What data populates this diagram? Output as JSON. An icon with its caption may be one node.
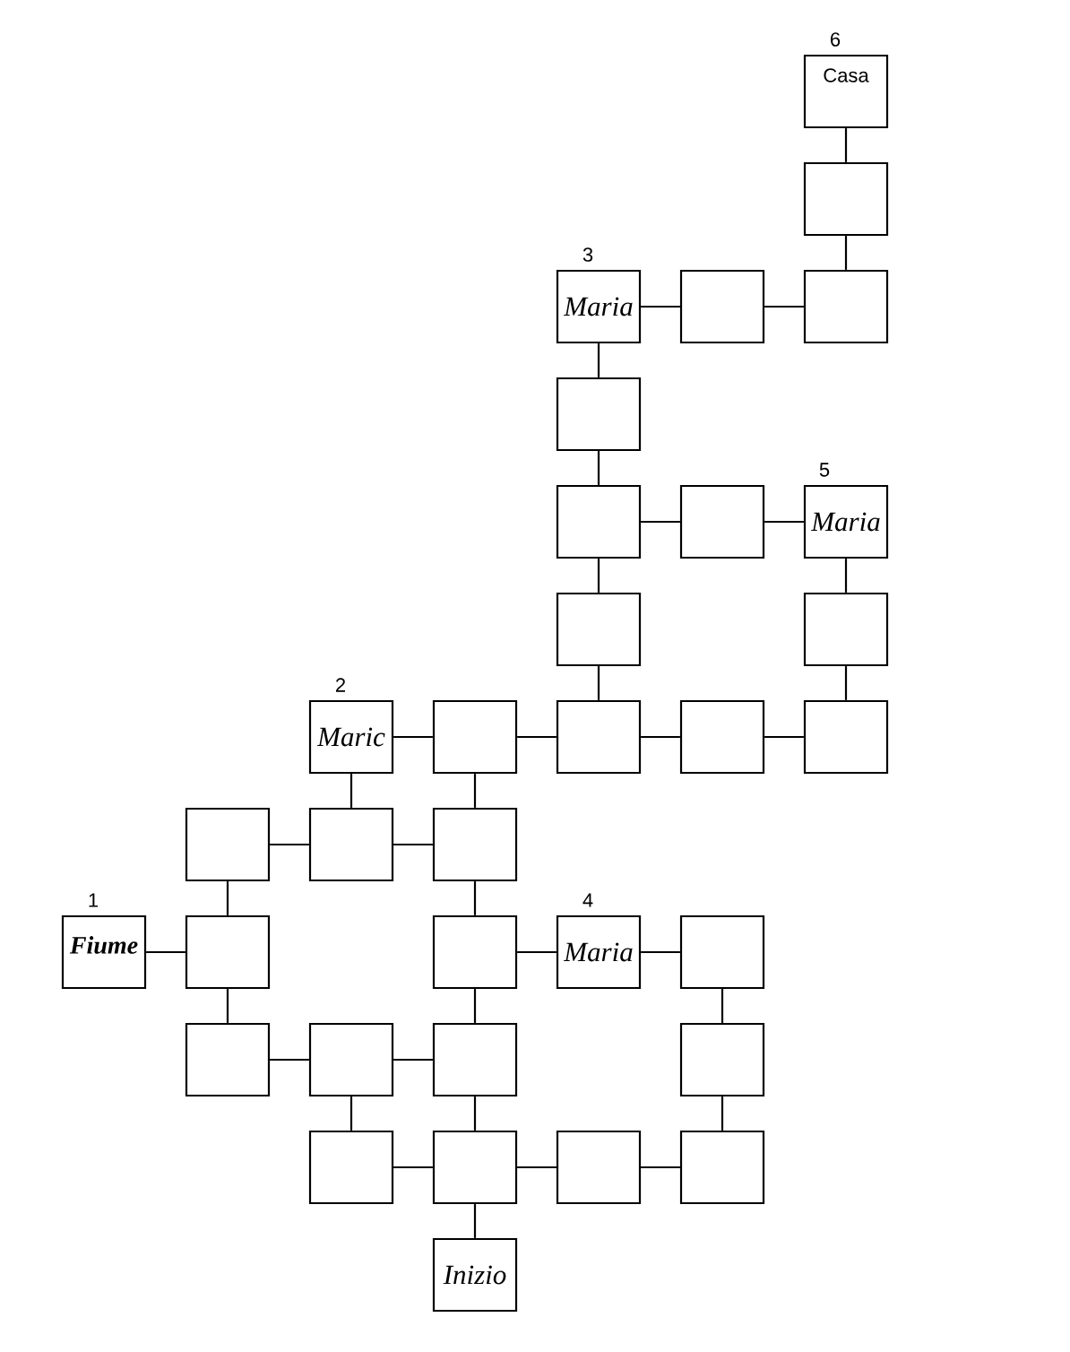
{
  "diagram": {
    "nodes": [
      {
        "text": [
          "Casa"
        ],
        "beside": [
          "6"
        ]
      },
      {
        "text": [],
        "shape": "box"
      },
      {
        "text": [
          "Maria"
        ],
        "beside": [
          "3"
        ]
      },
      {
        "text": [],
        "shape": "box"
      },
      {
        "text": [],
        "shape": "box"
      },
      {
        "text": [],
        "shape": "box"
      },
      {
        "text": [],
        "shape": "box"
      },
      {
        "text": [],
        "shape": "box"
      },
      {
        "text": [
          "Maria"
        ],
        "beside": [
          "5"
        ]
      },
      {
        "text": [],
        "shape": "box"
      },
      {
        "text": [],
        "shape": "box"
      },
      {
        "text": [
          "Maric"
        ],
        "beside": [
          "2"
        ]
      },
      {
        "text": [],
        "shape": "box"
      },
      {
        "text": [],
        "shape": "box"
      },
      {
        "text": [],
        "shape": "box"
      },
      {
        "text": [],
        "shape": "box"
      },
      {
        "text": [],
        "shape": "box"
      },
      {
        "text": [],
        "shape": "box"
      },
      {
        "text": [],
        "shape": "box"
      },
      {
        "text": [
          "Fiume"
        ],
        "beside": [
          "1"
        ]
      },
      {
        "text": [],
        "shape": "box"
      },
      {
        "text": [],
        "shape": "box"
      },
      {
        "text": [
          "Maria"
        ],
        "beside": [
          "4"
        ]
      },
      {
        "text": [],
        "shape": "box"
      },
      {
        "text": [],
        "shape": "box"
      },
      {
        "text": [],
        "shape": "box"
      },
      {
        "text": [],
        "shape": "box"
      },
      {
        "text": [],
        "shape": "box"
      },
      {
        "text": [],
        "shape": "box"
      },
      {
        "text": [],
        "shape": "box"
      },
      {
        "text": [],
        "shape": "box"
      },
      {
        "text": [],
        "shape": "box"
      },
      {
        "text": [
          "Inizio"
        ]
      }
    ],
    "edges": [
      {
        "from": 0,
        "to": 1,
        "arrow": "none"
      },
      {
        "from": 1,
        "to": 4,
        "arrow": "none"
      },
      {
        "from": 2,
        "to": 3,
        "arrow": "none"
      },
      {
        "from": 3,
        "to": 4,
        "arrow": "none"
      },
      {
        "from": 2,
        "to": 5,
        "arrow": "none"
      },
      {
        "from": 5,
        "to": 6,
        "arrow": "none"
      },
      {
        "from": 6,
        "to": 7,
        "arrow": "none"
      },
      {
        "from": 7,
        "to": 8,
        "arrow": "none"
      },
      {
        "from": 6,
        "to": 9,
        "arrow": "none"
      },
      {
        "from": 8,
        "to": 10,
        "arrow": "none"
      },
      {
        "from": 9,
        "to": 13,
        "arrow": "none"
      },
      {
        "from": 10,
        "to": 15,
        "arrow": "none"
      },
      {
        "from": 11,
        "to": 12,
        "arrow": "none"
      },
      {
        "from": 12,
        "to": 13,
        "arrow": "none"
      },
      {
        "from": 13,
        "to": 14,
        "arrow": "none"
      },
      {
        "from": 14,
        "to": 15,
        "arrow": "none"
      },
      {
        "from": 11,
        "to": 17,
        "arrow": "none"
      },
      {
        "from": 12,
        "to": 18,
        "arrow": "none"
      },
      {
        "from": 16,
        "to": 17,
        "arrow": "none"
      },
      {
        "from": 17,
        "to": 18,
        "arrow": "none"
      },
      {
        "from": 16,
        "to": 20,
        "arrow": "none"
      },
      {
        "from": 18,
        "to": 21,
        "arrow": "none"
      },
      {
        "from": 19,
        "to": 20,
        "arrow": "none"
      },
      {
        "from": 21,
        "to": 22,
        "arrow": "none"
      },
      {
        "from": 22,
        "to": 23,
        "arrow": "none"
      },
      {
        "from": 20,
        "to": 24,
        "arrow": "none"
      },
      {
        "from": 21,
        "to": 26,
        "arrow": "none"
      },
      {
        "from": 23,
        "to": 27,
        "arrow": "none"
      },
      {
        "from": 24,
        "to": 25,
        "arrow": "none"
      },
      {
        "from": 25,
        "to": 26,
        "arrow": "none"
      },
      {
        "from": 25,
        "to": 28,
        "arrow": "none"
      },
      {
        "from": 26,
        "to": 29,
        "arrow": "none"
      },
      {
        "from": 27,
        "to": 31,
        "arrow": "none"
      },
      {
        "from": 28,
        "to": 29,
        "arrow": "none"
      },
      {
        "from": 29,
        "to": 30,
        "arrow": "none"
      },
      {
        "from": 30,
        "to": 31,
        "arrow": "none"
      },
      {
        "from": 29,
        "to": 32,
        "arrow": "none"
      }
    ]
  }
}
